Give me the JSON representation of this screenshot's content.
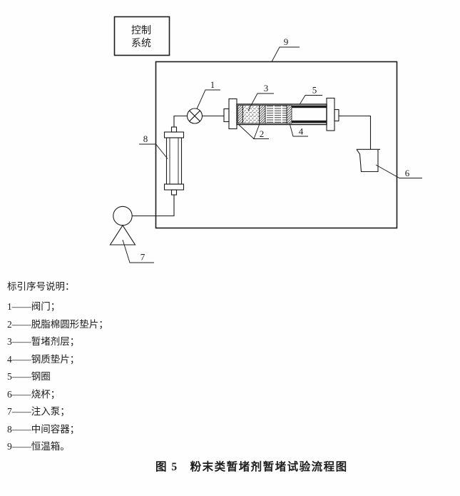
{
  "control_box": {
    "line1": "控制",
    "line2": "系统"
  },
  "diagram": {
    "callouts": [
      "1",
      "2",
      "3",
      "4",
      "5",
      "6",
      "7",
      "8",
      "9"
    ]
  },
  "legend": {
    "heading": "标引序号说明：",
    "items": [
      "1——阀门；",
      "2——脱脂棉圆形垫片；",
      "3——暂堵剂层；",
      "4——钢质垫片；",
      "5——钢圈",
      "6——烧杯；",
      "7——注入泵；",
      "8——中间容器；",
      "9——恒温箱。"
    ]
  },
  "caption": "图 5　粉末类暂堵剂暂堵试验流程图",
  "colors": {
    "ink": "#1c1c1c",
    "paper": "#fefefe"
  }
}
